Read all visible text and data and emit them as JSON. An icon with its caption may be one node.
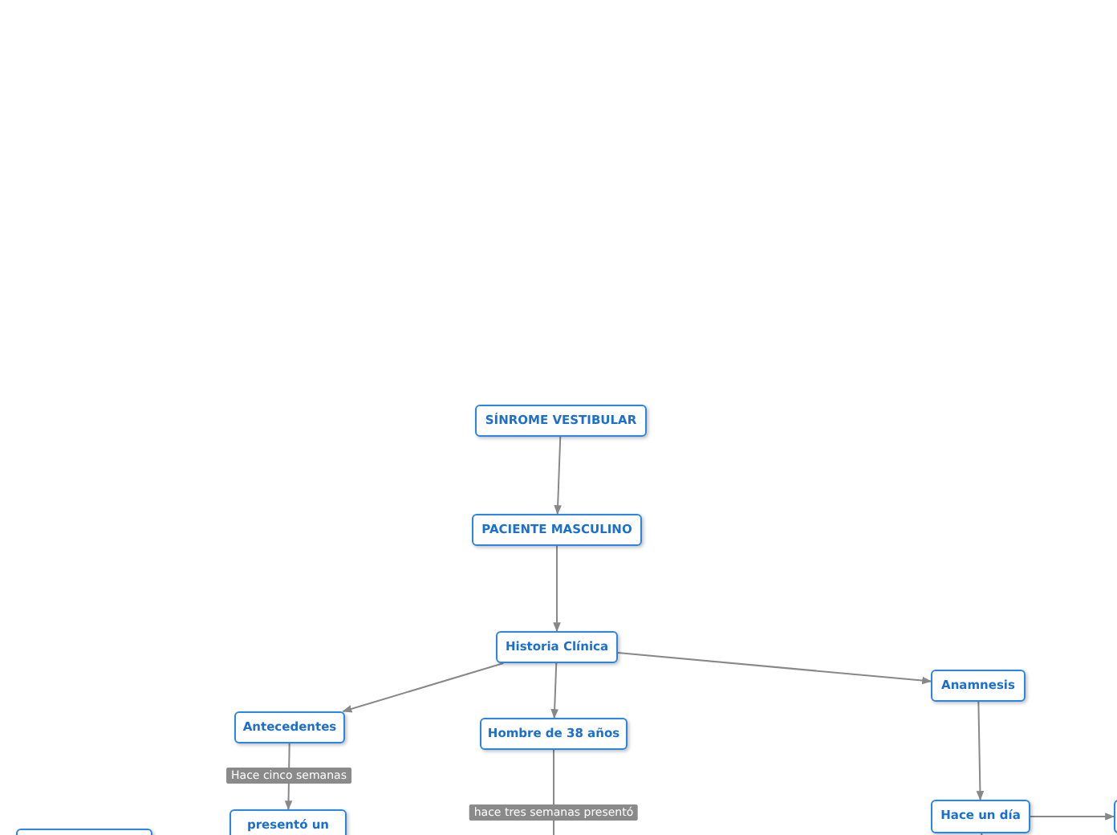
{
  "diagram": {
    "nodes": [
      {
        "text": [
          "SÍNROME VESTIBULAR"
        ]
      },
      {
        "text": [
          "PACIENTE MASCULINO"
        ]
      },
      {
        "text": [
          "Historia Clínica"
        ]
      },
      {
        "text": [
          "Antecedentes"
        ]
      },
      {
        "text": [
          "Hombre de 38 años"
        ]
      },
      {
        "text": [
          "Anamnesis"
        ]
      },
      {
        "text": [
          "presentó un"
        ]
      },
      {
        "text": [
          "Hace un día"
        ]
      },
      {
        "text": [],
        "shape": "box"
      },
      {
        "text": [],
        "shape": "box"
      }
    ],
    "edges": [
      {
        "from": 0,
        "to": 1,
        "arrow": "to"
      },
      {
        "from": 1,
        "to": 2,
        "arrow": "to"
      },
      {
        "from": 2,
        "to": 3,
        "arrow": "to"
      },
      {
        "from": 2,
        "to": 4,
        "arrow": "to"
      },
      {
        "from": 2,
        "to": 5,
        "arrow": "to"
      },
      {
        "from": 3,
        "to": 6,
        "label": "Hace cinco semanas",
        "arrow": "to"
      },
      {
        "from": 4,
        "to": null,
        "label": "hace tres semanas presentó",
        "arrow": "none"
      },
      {
        "from": 5,
        "to": 7,
        "arrow": "to"
      },
      {
        "from": 7,
        "to": 8,
        "arrow": "to"
      },
      {
        "from": 7,
        "to": null,
        "arrow": "none"
      }
    ]
  }
}
